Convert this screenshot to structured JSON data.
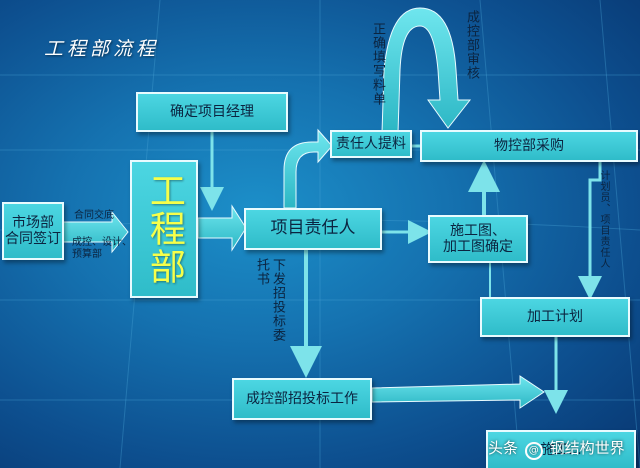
{
  "title": "工程部流程",
  "nodes": {
    "market_contract": "市场部\n合同签订",
    "confirm_manager": "确定项目经理",
    "engineering_dept": "工程部",
    "project_leader": "项目责任人",
    "leader_materials": "责任人提料",
    "procurement": "物控部采购",
    "drawing_confirm": "施工图、\n加工图确定",
    "processing_plan": "加工计划",
    "bidding_work": "成控部招投标工作",
    "bottom_partial": "施工..."
  },
  "labels": {
    "contract_handover": "合同交底",
    "cost_design_budget": "成控、设计、\n预算部",
    "fill_materials_correct": "正确填写料单",
    "cost_audit": "成控部审核",
    "issue_bidding_commission": "下发招投标委",
    "tuo_shu": "托书",
    "plan_leader": "计划员、项目责任人"
  },
  "watermark": {
    "brand": "头条",
    "icon": "@",
    "account": "钢结构世界"
  },
  "colors": {
    "box_fill": "#3cc8d4",
    "arrow": "#3fd0da",
    "background": "#1572b0",
    "title": "#ffffff",
    "highlight": "#f6ff4a"
  }
}
